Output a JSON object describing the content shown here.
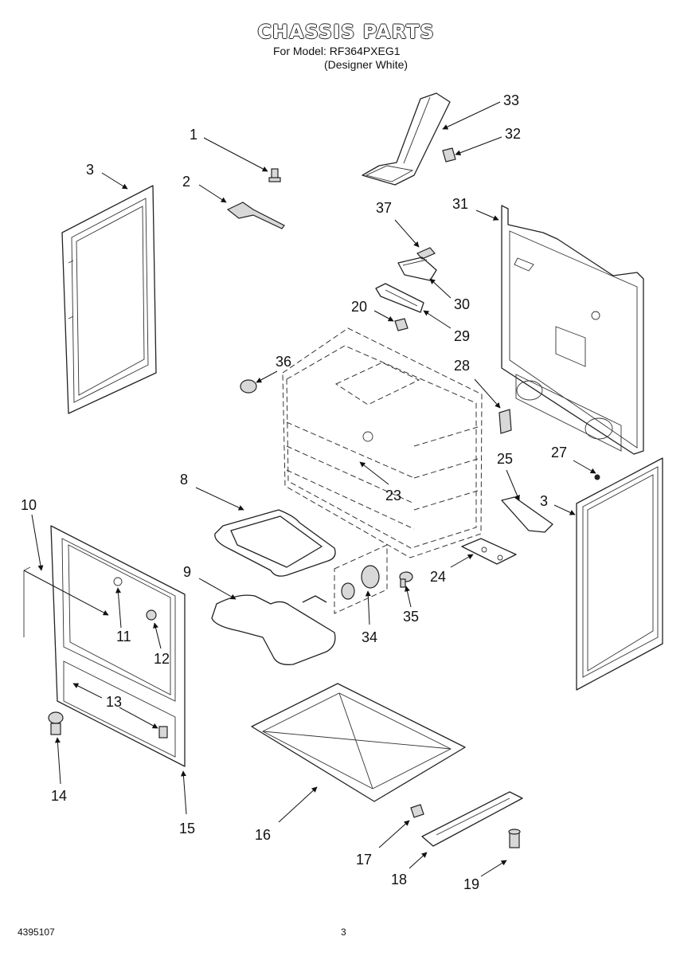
{
  "header": {
    "title": "CHASSIS PARTS",
    "model_line": "For Model: RF364PXEG1",
    "color_line": "(Designer White)"
  },
  "footer": {
    "doc_number": "4395107",
    "page_number": "3"
  },
  "callouts": [
    {
      "id": "c1",
      "label": "1"
    },
    {
      "id": "c2",
      "label": "2"
    },
    {
      "id": "c3a",
      "label": "3"
    },
    {
      "id": "c3b",
      "label": "3"
    },
    {
      "id": "c8",
      "label": "8"
    },
    {
      "id": "c9",
      "label": "9"
    },
    {
      "id": "c10",
      "label": "10"
    },
    {
      "id": "c11",
      "label": "11"
    },
    {
      "id": "c12",
      "label": "12"
    },
    {
      "id": "c13",
      "label": "13"
    },
    {
      "id": "c14",
      "label": "14"
    },
    {
      "id": "c15",
      "label": "15"
    },
    {
      "id": "c16",
      "label": "16"
    },
    {
      "id": "c17",
      "label": "17"
    },
    {
      "id": "c18",
      "label": "18"
    },
    {
      "id": "c19",
      "label": "19"
    },
    {
      "id": "c20",
      "label": "20"
    },
    {
      "id": "c23",
      "label": "23"
    },
    {
      "id": "c24",
      "label": "24"
    },
    {
      "id": "c25",
      "label": "25"
    },
    {
      "id": "c27",
      "label": "27"
    },
    {
      "id": "c28",
      "label": "28"
    },
    {
      "id": "c29",
      "label": "29"
    },
    {
      "id": "c30",
      "label": "30"
    },
    {
      "id": "c31",
      "label": "31"
    },
    {
      "id": "c32",
      "label": "32"
    },
    {
      "id": "c33",
      "label": "33"
    },
    {
      "id": "c34",
      "label": "34"
    },
    {
      "id": "c35",
      "label": "35"
    },
    {
      "id": "c36",
      "label": "36"
    },
    {
      "id": "c37",
      "label": "37"
    }
  ]
}
